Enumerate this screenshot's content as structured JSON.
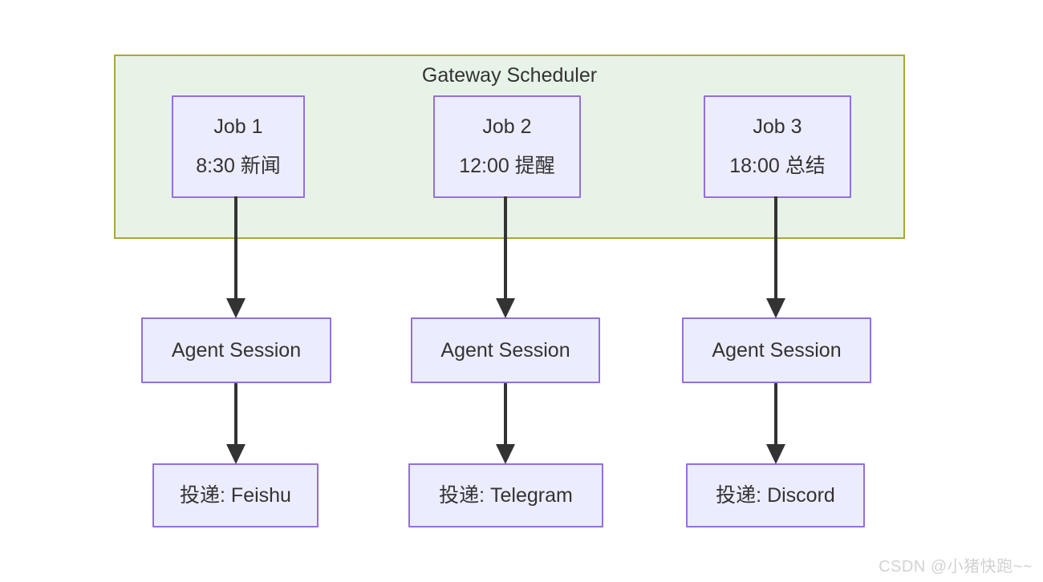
{
  "colors": {
    "background": "#ffffff",
    "group_fill": "#e8f3e8",
    "group_border": "#a8a832",
    "node_fill": "#ececff",
    "node_border": "#9370db",
    "text": "#333333",
    "arrow": "#333333",
    "watermark": "#d2d2d2"
  },
  "diagram": {
    "group": {
      "title": "Gateway Scheduler",
      "jobs": [
        {
          "name": "Job 1",
          "schedule": "8:30 新闻"
        },
        {
          "name": "Job 2",
          "schedule": "12:00 提醒"
        },
        {
          "name": "Job 3",
          "schedule": "18:00 总结"
        }
      ]
    },
    "sessions": [
      {
        "label": "Agent Session"
      },
      {
        "label": "Agent Session"
      },
      {
        "label": "Agent Session"
      }
    ],
    "deliveries": [
      {
        "label": "投递: Feishu"
      },
      {
        "label": "投递: Telegram"
      },
      {
        "label": "投递: Discord"
      }
    ]
  },
  "watermark": {
    "text": "CSDN @小猪快跑~~"
  }
}
